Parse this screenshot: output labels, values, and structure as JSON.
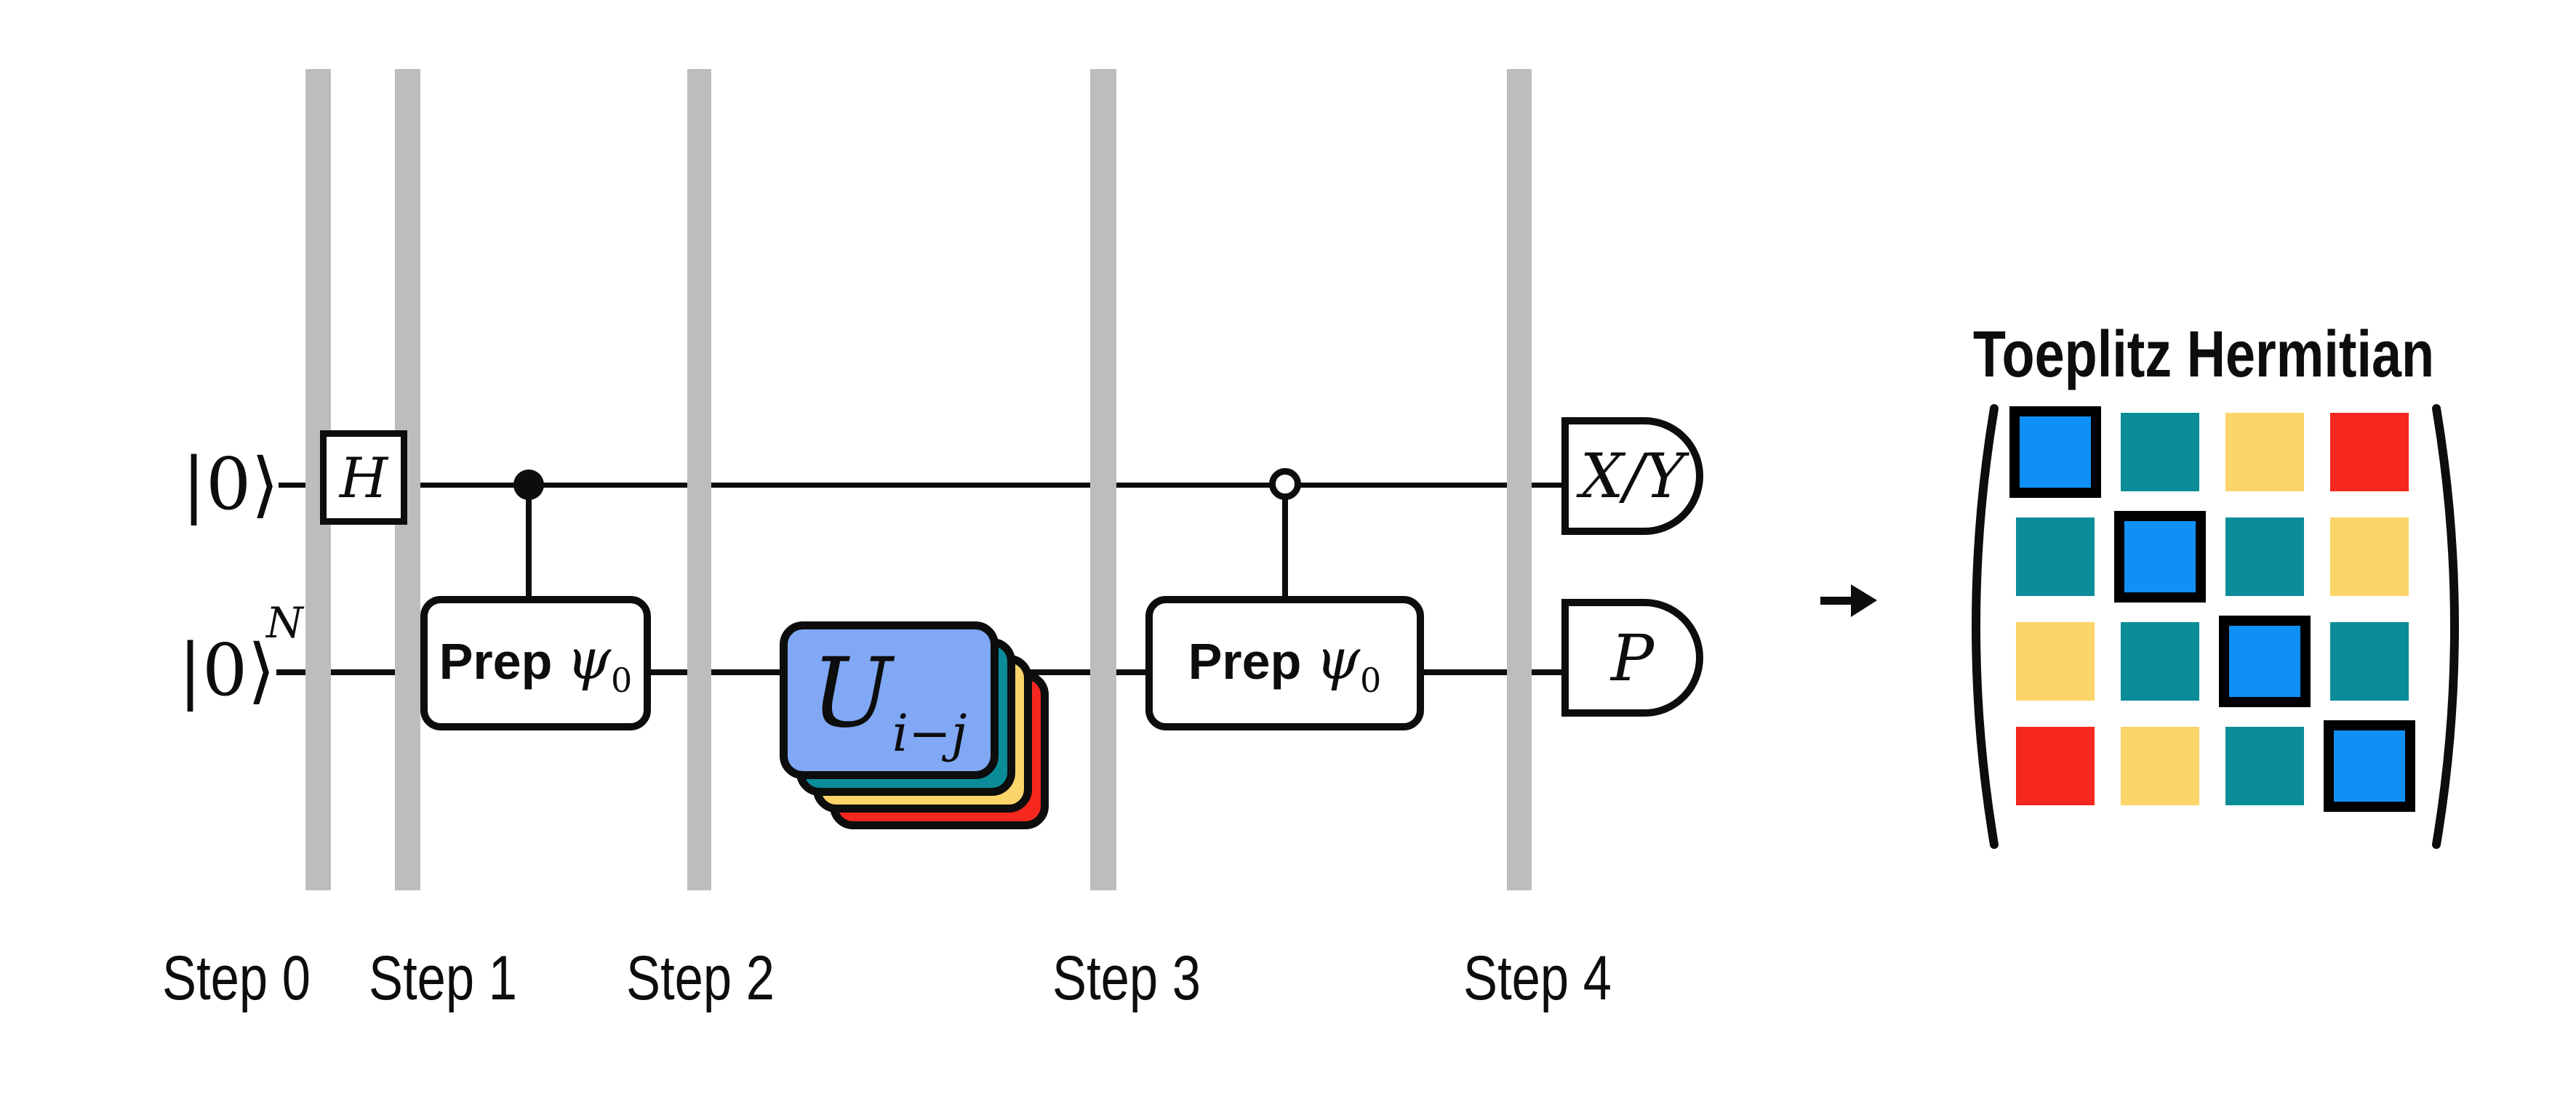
{
  "palette": {
    "white": "#ffffff",
    "ink": "#0d0d0d",
    "barrier": "#bdbdbd",
    "u_blue": "#80a8f4",
    "blue": "#0f90f6",
    "teal": "#0a8d98",
    "yellow": "#fbd46a",
    "red": "#f5271e"
  },
  "qubits": [
    {
      "ket": "|0⟩",
      "sup": ""
    },
    {
      "ket": "|0⟩",
      "sup": "N"
    }
  ],
  "gates": {
    "h": "H",
    "prep_word": "Prep",
    "psi": "ψ",
    "psi_sub": "0",
    "u": "U",
    "u_sub": "i−j",
    "meas_top": "X/Y",
    "meas_bottom": "P"
  },
  "steps": [
    "Step 0",
    "Step 1",
    "Step 2",
    "Step 3",
    "Step 4"
  ],
  "matrix": {
    "title": "Toeplitz Hermitian",
    "cells": [
      [
        "blue",
        "teal",
        "yellow",
        "red"
      ],
      [
        "teal",
        "blue",
        "teal",
        "yellow"
      ],
      [
        "yellow",
        "teal",
        "blue",
        "teal"
      ],
      [
        "red",
        "yellow",
        "teal",
        "blue"
      ]
    ]
  }
}
